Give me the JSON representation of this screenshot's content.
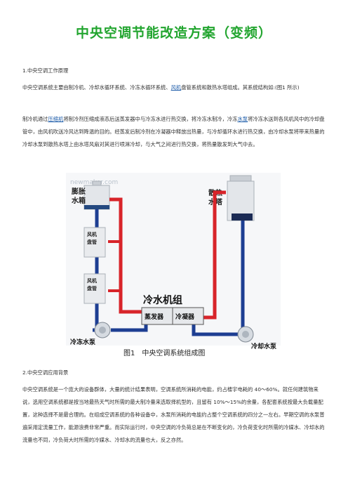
{
  "title": "中央空调节能改造方案（变频）",
  "section1": {
    "heading": "1.中央空调工作原理",
    "para1_before": "中央空调系统主要由制冷机、冷却水循环系统、冷冻水循环系统、",
    "para1_link": "风机",
    "para1_after": "盘管系统和散热水塔组成。其系统结构如:(图1 所示)",
    "para2_a": "制冷机通过",
    "para2_link1": "压缩机",
    "para2_b": "将制冷剂压缩成液态后送蒸发器中与冷冻水进行热交换，将冷冻水制冷，冷冻",
    "para2_link2": "水泵",
    "para2_c": "将冷冻水送到各风机风中的冷却盘管中，由风机吹送冷风达到降温的目的。经蒸发后制冷剂在冷凝器中释放出热量，与冷却循环水进行热交换，由冷却水泵将带来热量的冷却水泵到散热水塔上由水塔风扇对其进行喷淋冷却，与大气之间进行热交换，将热量散发到大气中去。"
  },
  "figure": {
    "watermark_site": "newmaker.com",
    "labels": {
      "expansion_tank": [
        "膨胀",
        "水箱"
      ],
      "cooling_tower": [
        "散热",
        "水塔"
      ],
      "fan_coil": [
        "风机",
        "盘管"
      ],
      "chiller": "冷水机组",
      "evaporator": "蒸发器",
      "condenser": "冷凝器",
      "chilled_pump": "冷冻水泵",
      "cooling_pump": "冷却水泵",
      "caption": "图1　中央空调系统组成图"
    },
    "colors": {
      "supply": "#d8242a",
      "return": "#1d3e92",
      "frame": "#cfd4da"
    }
  },
  "section2": {
    "heading": "2.中央空调应用背景",
    "para": "中央空调系统是一个庞大的设备群体，大量的统计结果表明，空调系统所消耗的电能，约占楼宇电耗的 40～60%。就任何建筑物来说，选用空调系统都是按当地最热天气时所需的最大制冷量来选取择机型的，且留有 10%～15%的余量，各配套系统按最大负载量配置，这种选择不是最合理的。在组成空调系统的各种设备中，水泵所消耗的电能约占整个空调系统的四分之一左右。早期空调的水泵普遍采用定流量工作，能源浪费非常严重。而实际运行时，中央空调的冷负荷总是在不断变化的，冷负荷变化时所需的冷媒水、冷却水的流量也不同，冷负荷大时所需的冷媒水、冷却水的流量也大，反之亦然。"
  }
}
